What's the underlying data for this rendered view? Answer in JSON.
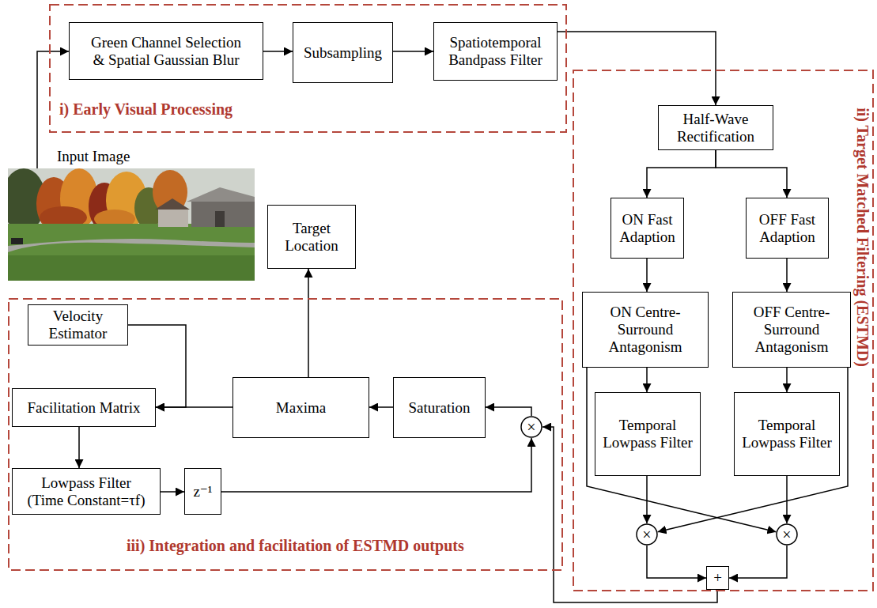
{
  "diagram": {
    "nodes": [
      {
        "text": [
          "i) Early Visual Processing"
        ]
      },
      {
        "text": [
          "Green Channel Selection & Spatial Gaussian Blur"
        ],
        "in": 0
      },
      {
        "text": [
          "Subsampling"
        ],
        "in": 0
      },
      {
        "text": [
          "Spatiotemporal Bandpass Filter"
        ],
        "in": 0
      },
      {
        "text": [
          "Input Image"
        ]
      },
      {
        "text": [
          "ii) Target Matched Filtering (ESTMD)"
        ]
      },
      {
        "text": [
          "Half-Wave Rectification"
        ],
        "in": 5
      },
      {
        "text": [
          "ON Fast Adaption"
        ],
        "in": 5
      },
      {
        "text": [
          "OFF Fast Adaption"
        ],
        "in": 5
      },
      {
        "text": [
          "ON Centre-Surround Antagonism"
        ],
        "in": 5
      },
      {
        "text": [
          "OFF Centre-Surround Antagonism"
        ],
        "in": 5
      },
      {
        "text": [
          "Temporal Lowpass Filter"
        ],
        "in": 5
      },
      {
        "text": [
          "Temporal Lowpass Filter"
        ],
        "in": 5
      },
      {
        "text": [
          "×"
        ],
        "in": 5
      },
      {
        "text": [
          "×"
        ],
        "in": 5
      },
      {
        "text": [
          "+"
        ],
        "in": 5
      },
      {
        "text": [
          "Target Location"
        ]
      },
      {
        "text": [
          "iii) Integration and facilitation of ESTMD outputs"
        ]
      },
      {
        "text": [
          "Velocity Estimator"
        ],
        "in": 17
      },
      {
        "text": [
          "Facilitation Matrix"
        ],
        "in": 17
      },
      {
        "text": [
          "Maxima"
        ],
        "in": 17
      },
      {
        "text": [
          "Saturation"
        ],
        "in": 17
      },
      {
        "text": [
          "Lowpass Filter (Time Constant=τf)"
        ],
        "in": 17
      },
      {
        "text": [
          "z⁻¹"
        ],
        "in": 17
      },
      {
        "text": [
          "×"
        ],
        "in": 17
      }
    ],
    "edges": [
      {
        "from": 4,
        "to": 1,
        "arrow": "to"
      },
      {
        "from": 1,
        "to": 2,
        "arrow": "to"
      },
      {
        "from": 2,
        "to": 3,
        "arrow": "to"
      },
      {
        "from": 3,
        "to": 6,
        "arrow": "to"
      },
      {
        "from": 6,
        "to": 7,
        "arrow": "to"
      },
      {
        "from": 6,
        "to": 8,
        "arrow": "to"
      },
      {
        "from": 7,
        "to": 9,
        "arrow": "to"
      },
      {
        "from": 8,
        "to": 10,
        "arrow": "to"
      },
      {
        "from": 9,
        "to": 11,
        "arrow": "to"
      },
      {
        "from": 10,
        "to": 12,
        "arrow": "to"
      },
      {
        "from": 11,
        "to": 13,
        "arrow": "to"
      },
      {
        "from": 12,
        "to": 14,
        "arrow": "to"
      },
      {
        "from": 9,
        "to": 14,
        "arrow": "to"
      },
      {
        "from": 10,
        "to": 13,
        "arrow": "to"
      },
      {
        "from": 13,
        "to": 15,
        "arrow": "to"
      },
      {
        "from": 14,
        "to": 15,
        "arrow": "to"
      },
      {
        "from": 15,
        "to": 24,
        "arrow": "to"
      },
      {
        "from": 24,
        "to": 21,
        "arrow": "to"
      },
      {
        "from": 21,
        "to": 20,
        "arrow": "to"
      },
      {
        "from": 20,
        "to": 19,
        "arrow": "to"
      },
      {
        "from": 20,
        "to": 16,
        "arrow": "to"
      },
      {
        "from": 18,
        "to": 19,
        "arrow": "to"
      },
      {
        "from": 19,
        "to": 22,
        "arrow": "to"
      },
      {
        "from": 22,
        "to": 23,
        "arrow": "to"
      },
      {
        "from": 23,
        "to": 24,
        "arrow": "to"
      }
    ]
  }
}
